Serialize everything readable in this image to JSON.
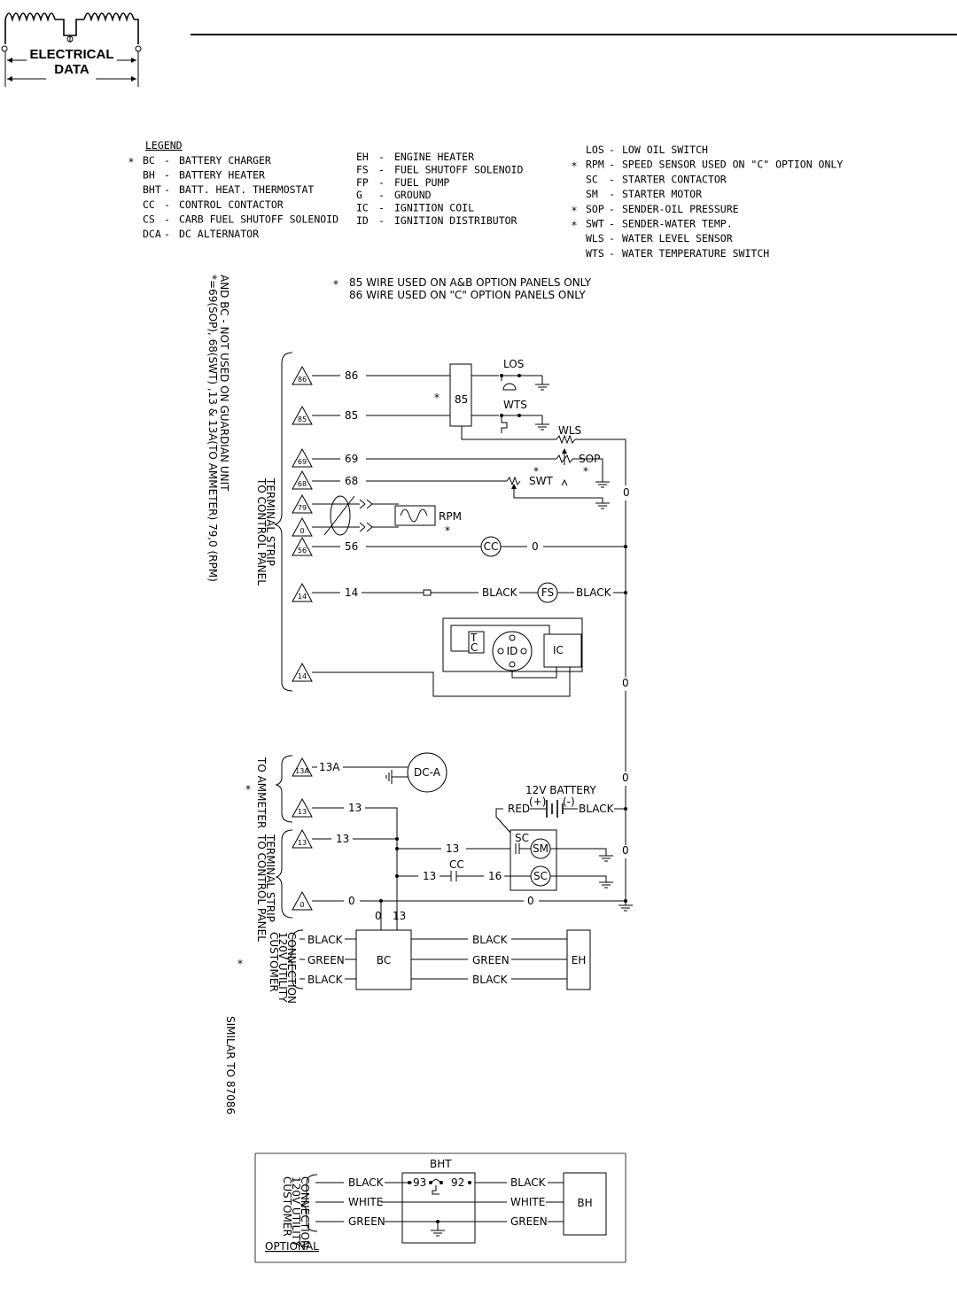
{
  "header": {
    "badge_line1": "ELECTRICAL",
    "badge_line2": "DATA"
  },
  "legend": {
    "title": "LEGEND",
    "col1": [
      {
        "mark": "*",
        "code": "BC",
        "sep": "-",
        "desc": "BATTERY CHARGER"
      },
      {
        "mark": "",
        "code": "BH",
        "sep": "-",
        "desc": "BATTERY HEATER"
      },
      {
        "mark": "",
        "code": "BHT",
        "sep": "-",
        "desc": "BATT. HEAT. THERMOSTAT"
      },
      {
        "mark": "",
        "code": "CC",
        "sep": "-",
        "desc": "CONTROL CONTACTOR"
      },
      {
        "mark": "",
        "code": "CS",
        "sep": "-",
        "desc": "CARB FUEL SHUTOFF SOLENOID"
      },
      {
        "mark": "",
        "code": "DCA",
        "sep": "-",
        "desc": "DC ALTERNATOR"
      }
    ],
    "col2": [
      {
        "code": "EH",
        "sep": "-",
        "desc": "ENGINE HEATER"
      },
      {
        "code": "FS",
        "sep": "-",
        "desc": "FUEL SHUTOFF SOLENOID"
      },
      {
        "code": "FP",
        "sep": "-",
        "desc": "FUEL PUMP"
      },
      {
        "code": "G",
        "sep": "-",
        "desc": "GROUND"
      },
      {
        "code": "IC",
        "sep": "-",
        "desc": "IGNITION COIL"
      },
      {
        "code": "ID",
        "sep": "-",
        "desc": "IGNITION DISTRIBUTOR"
      }
    ],
    "col3": [
      {
        "mark": "",
        "code": "LOS",
        "sep": "-",
        "desc": "LOW OIL SWITCH"
      },
      {
        "mark": "*",
        "code": "RPM",
        "sep": "-",
        "desc": "SPEED SENSOR USED ON \"C\" OPTION ONLY"
      },
      {
        "mark": "",
        "code": "SC",
        "sep": "-",
        "desc": "STARTER CONTACTOR"
      },
      {
        "mark": "",
        "code": "SM",
        "sep": "-",
        "desc": "STARTER MOTOR"
      },
      {
        "mark": "*",
        "code": "SOP",
        "sep": "-",
        "desc": "SENDER-OIL PRESSURE"
      },
      {
        "mark": "*",
        "code": "SWT",
        "sep": "-",
        "desc": "SENDER-WATER TEMP."
      },
      {
        "mark": "",
        "code": "WLS",
        "sep": "-",
        "desc": "WATER LEVEL SENSOR"
      },
      {
        "mark": "",
        "code": "WTS",
        "sep": "-",
        "desc": "WATER TEMPERATURE SWITCH"
      }
    ]
  },
  "notes": {
    "wire85": "85 WIRE USED ON A&B OPTION PANELS ONLY",
    "wire86": "86 WIRE USED ON \"C\" OPTION PANELS ONLY",
    "asterisk": "*",
    "side_line1": "*=69(SOP), 68(SWT) ,13 & 13A(TO AMMETER)   79,0 (RPM)",
    "side_line2": "AND BC - NOT USED ON GUARDIAN UNIT",
    "similar": "SIMILAR TO 87086"
  },
  "groups": {
    "control_panel_line1": "TO CONTROL PANEL",
    "control_panel_line2": "TERMINAL STRIP",
    "ammeter": "TO AMMETER",
    "customer_line1": "CUSTOMER",
    "customer_line2": "120V UTILITY",
    "customer_line3": "CONNECTION"
  },
  "terminals": {
    "t86": "86",
    "t85": "85",
    "t69": "69",
    "t68": "68",
    "t79": "79",
    "t0": "0",
    "t56": "56",
    "t14": "14",
    "t13A": "13A",
    "t13": "13"
  },
  "wires": {
    "w86": "86",
    "w85": "85",
    "w69": "69",
    "w68": "68",
    "w56": "56",
    "w14": "14",
    "w13a": "13A",
    "w13": "13",
    "w0": "0",
    "w16": "16",
    "black": "BLACK",
    "green": "GREEN",
    "white": "WHITE",
    "red": "RED",
    "plus": "(+)",
    "minus": "(-)"
  },
  "components": {
    "los": "LOS",
    "wts": "WTS",
    "wls": "WLS",
    "sop": "SOP",
    "swt": "SWT",
    "rpm": "RPM",
    "cc": "CC",
    "fs": "FS",
    "t": "T",
    "c": "C",
    "id": "ID",
    "ic": "IC",
    "dca": "DC-A",
    "battery": "12V BATTERY",
    "sc": "SC",
    "sm": "SM",
    "bc": "BC",
    "eh": "EH",
    "bht": "BHT",
    "bh": "BH",
    "n93": "93",
    "n92": "92",
    "optional": "OPTIONAL"
  }
}
